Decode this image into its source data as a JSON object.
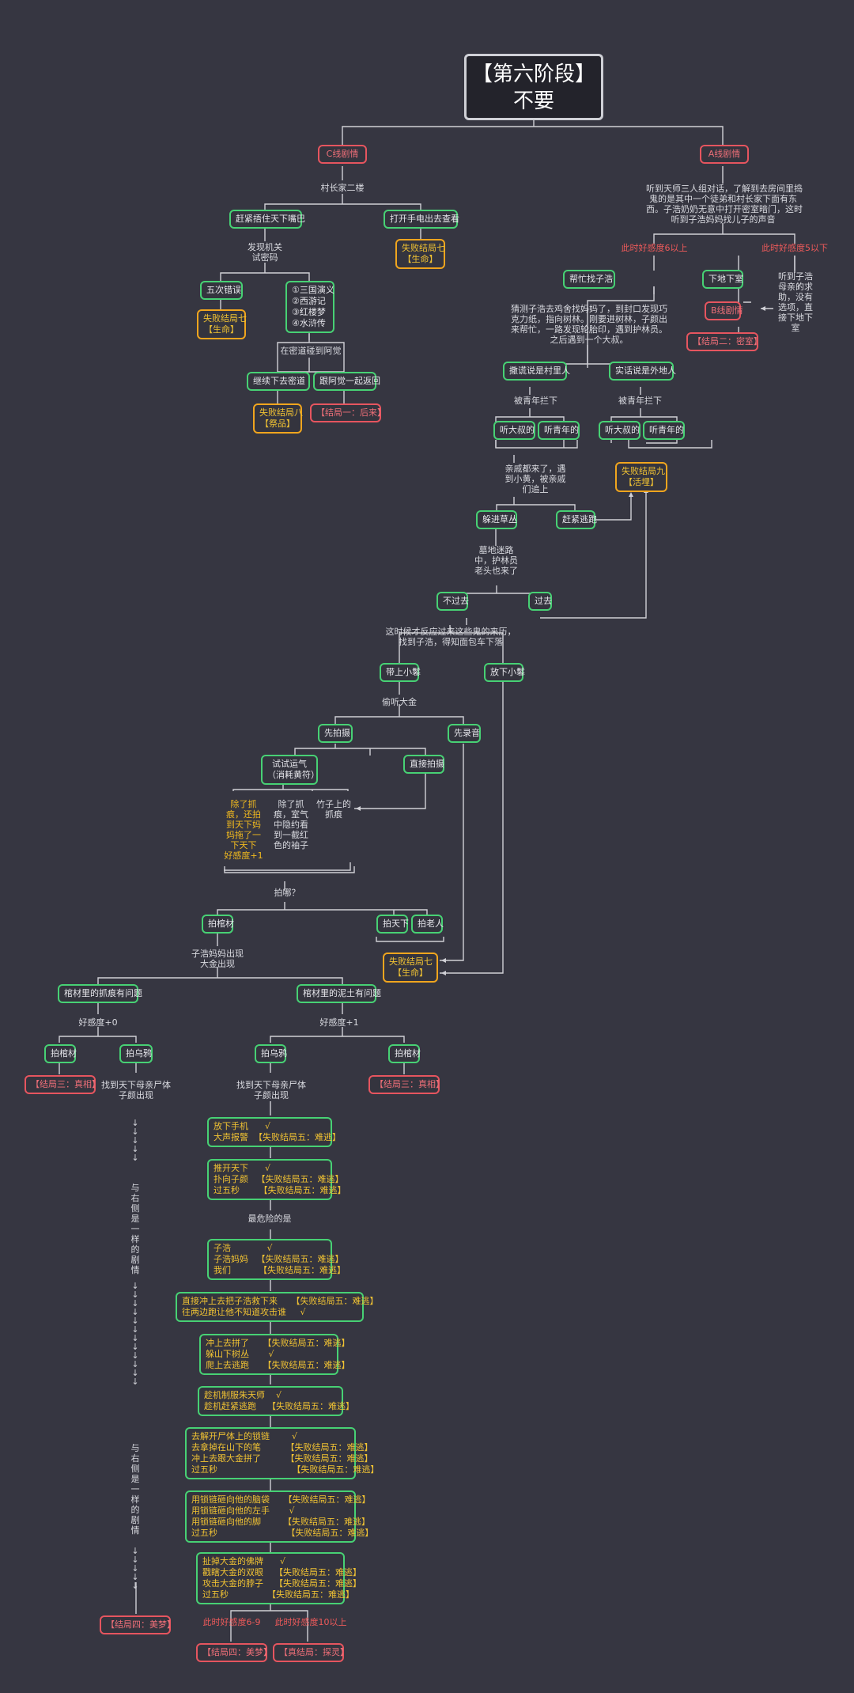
{
  "title": "【第六阶段】\n不要",
  "nodes": {
    "c_line": "C线剧情",
    "a_line": "A线剧情",
    "catch_chin": "赶紧捂住天下嘴巴",
    "open_flash": "打开手电出去查看",
    "fail7_a": "失败结局七\n【生命】",
    "five_wrong": "五次错误",
    "books": "①三国演义\n②西游记\n③红楼梦\n④水浒传",
    "fail7_b": "失败结局七\n【生命】",
    "keep_down": "继续下去密道",
    "follow_back": "跟阿觉一起返回",
    "fail8": "失败结局八\n【祭品】",
    "end1": "【结局一：后来】",
    "help_son": "帮忙找子浩",
    "go_basement": "下地下室",
    "b_line": "B线剧情",
    "end2": "【结局二：密室】",
    "lie_villager": "撒谎说是村里人",
    "truth_outsider": "实话说是外地人",
    "l_uncle": "听大叔的",
    "l_young": "听青年的",
    "r_uncle": "听大叔的",
    "r_young": "听青年的",
    "fail9": "失败结局九\n【活埋】",
    "drill_bush": "躲进草丛",
    "run_away": "赶紧逃跑",
    "not_go": "不过去",
    "go_over": "过去",
    "take_baby": "带上小鬈",
    "drop_baby": "放下小鬈",
    "shoot_first": "先拍摄",
    "record_first": "先录音",
    "try_luck": "试试运气\n（消耗黄符）",
    "shoot_direct": "直接拍摄",
    "shoot_coffin": "拍棺材",
    "shoot_tianxia": "拍天下",
    "shoot_old": "拍老人",
    "fail7_c": "失败结局七\n【生命】",
    "coffin_scratch": "棺材里的抓痕有问题",
    "coffin_soil": "棺材里的泥土有问题",
    "l_coffin": "拍棺材",
    "l_crow": "拍乌鸦",
    "r_crow": "拍乌鸦",
    "r_coffin": "拍棺材",
    "end3_a": "【结局三：真相】",
    "end3_b": "【结局三：真相】",
    "end4": "【结局四：美梦】",
    "end4b": "【结局四：美梦】",
    "true_end": "【真结局：探灵】",
    "box1": "放下手机      √\n大声报警  【失败结局五：难逃】",
    "box2": "推开天下      √\n扑向子颜   【失败结局五：难逃】\n过五秒       【失败结局五：难逃】",
    "box3": "子浩             √\n子浩妈妈   【失败结局五：难逃】\n我们          【失败结局五：难逃】",
    "box4": "直接冲上去把子浩救下来     【失败结局五：难逃】\n往两边跑让他不知道攻击谁     √",
    "box5": "冲上去拼了     【失败结局五：难逃】\n躲山下树丛       √\n爬上去逃跑     【失败结局五：难逃】",
    "box6": "趁机制服朱天师    √\n趁机赶紧逃跑    【失败结局五：难逃】",
    "box7": "去解开尸体上的锁链        √\n去拿掉在山下的笔         【失败结局五：难逃】\n冲上去跟大金拼了         【失败结局五：难逃】\n过五秒                           【失败结局五：难逃】",
    "box8": "用锁链砸向他的脑袋     【失败结局五：难逃】\n用锁链砸向他的左手       √\n用锁链砸向他的脚        【失败结局五：难逃】\n过五秒                         【失败结局五：难逃】",
    "box9": "扯掉大金的佛牌      √\n戳瞎大金的双眼    【失败结局五：难逃】\n攻击大金的脖子    【失败结局五：难逃】\n过五秒              【失败结局五：难逃】"
  },
  "texts": {
    "village_head": "村长家二楼",
    "find_mech": "发现机关\n试密码",
    "tunnel_meet": "在密道碰到阿觉",
    "a_desc": "听到天师三人组对话，了解到去房间里捣\n鬼的是其中一个徒弟和村长家下面有东\n西。子浩奶奶无意中打开密室暗门，这时\n听到子浩妈妈找儿子的声音",
    "fav_high": "此时好感度6以上",
    "fav_low": "此时好感度5以下",
    "low_desc": "听到子浩\n母亲的求\n助，没有\n选项，直\n接下地下\n室",
    "help_desc": "猜测子浩去鸡舍找妈妈了，到封口发现巧\n克力纸，指向树林。刚要进树林，子颜出\n来帮忙，一路发现轮胎印，遇到护林员。\n之后遇到一个大叔。",
    "stop_l": "被青年拦下",
    "stop_r": "被青年拦下",
    "relatives": "亲戚都来了，遇\n到小黄，被亲戚\n们追上",
    "graveyard": "墓地迷路\n中，护林员\n老头也来了",
    "realize": "这时候才反应过来这些鬼的来历，\n找到子浩，得知面包车下落",
    "overhear": "偷听大金",
    "try_a": "除了抓\n痕，还拍\n到天下妈\n妈拖了一\n下天下\n好感度+1",
    "try_b": "除了抓\n痕，室气\n中隐约看\n到一截红\n色的袖子",
    "bamboo": "竹子上的\n抓痕",
    "shoot_what": "拍哪？",
    "mother_appears": "子浩妈妈出现\n大金出现",
    "fav0": "好感度+0",
    "fav1": "好感度+1",
    "find_corpse_l": "找到天下母亲尸体\n子颜出现",
    "find_corpse_r": "找到天下母亲尸体\n子颜出现",
    "attacked": "最危险的是",
    "same_plot_1": "与\n右\n侧\n是\n一\n样\n的\n剧\n情",
    "same_plot_2": "与\n右\n侧\n是\n一\n样\n的\n剧\n情",
    "arrows_1": "↓\n↓\n↓\n↓\n↓",
    "arrows_2": "↓\n↓\n↓\n↓\n↓\n↓\n↓\n↓\n↓\n↓\n↓\n↓",
    "arrows_3": "↓\n↓\n↓\n↓\n↓",
    "fav_6_9": "此时好感度6-9",
    "fav_10": "此时好感度10以上"
  },
  "colors": {
    "background": "#363641",
    "green": "#47d174",
    "red": "#e6555f",
    "orange": "#f0a51e",
    "line": "#d0d0d6"
  }
}
